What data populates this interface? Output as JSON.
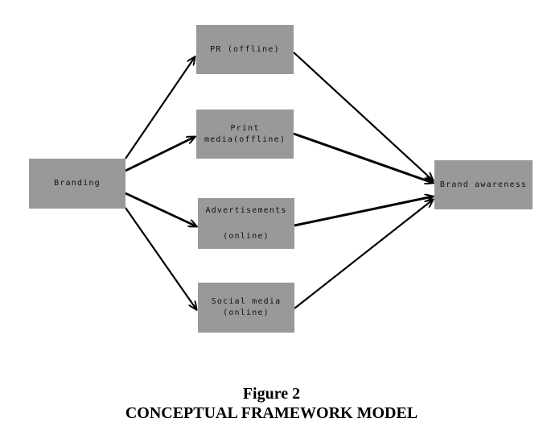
{
  "nodes": {
    "branding": "Branding",
    "pr": "PR (offline)",
    "print_media": "Print media(offline)",
    "advertisements_line1": "Advertisements",
    "advertisements_line2": "(online)",
    "social_media": "Social media (online)",
    "brand_awareness": "Brand awareness"
  },
  "edges": [
    {
      "from": "Branding",
      "to": "PR (offline)"
    },
    {
      "from": "Branding",
      "to": "Print media(offline)"
    },
    {
      "from": "Branding",
      "to": "Advertisements (online)"
    },
    {
      "from": "Branding",
      "to": "Social media (online)"
    },
    {
      "from": "PR (offline)",
      "to": "Brand awareness"
    },
    {
      "from": "Print media(offline)",
      "to": "Brand awareness"
    },
    {
      "from": "Advertisements (online)",
      "to": "Brand awareness"
    },
    {
      "from": "Social media (online)",
      "to": "Brand awareness"
    }
  ],
  "colors": {
    "box_fill": "#999999",
    "arrow": "#000000"
  },
  "caption": {
    "figure_number": "Figure 2",
    "title": "CONCEPTUAL FRAMEWORK MODEL"
  }
}
